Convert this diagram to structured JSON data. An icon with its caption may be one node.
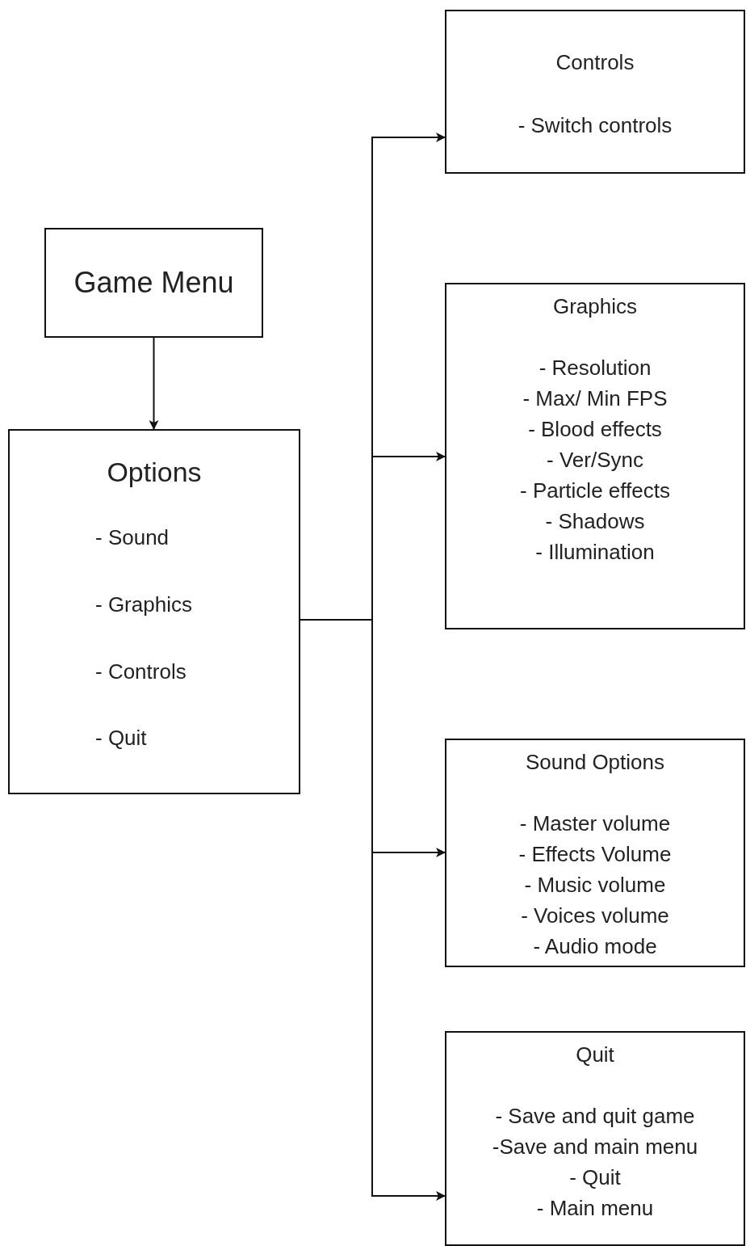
{
  "diagram": {
    "nodes": [
      {
        "text": [
          "Game Menu"
        ]
      },
      {
        "text": [
          "Options",
          "- Sound",
          "- Graphics",
          "- Controls",
          "- Quit"
        ]
      },
      {
        "text": [
          "Controls",
          "- Switch controls"
        ]
      },
      {
        "text": [
          "Graphics",
          "- Resolution",
          "- Max/ Min FPS",
          "- Blood effects",
          "- Ver/Sync",
          "- Particle effects",
          "- Shadows",
          "- Illumination"
        ]
      },
      {
        "text": [
          "Sound Options",
          "- Master volume",
          "- Effects Volume",
          "- Music volume",
          "- Voices volume",
          "- Audio mode"
        ]
      },
      {
        "text": [
          "Quit",
          "- Save and quit game",
          "-Save and main menu",
          "- Quit",
          "- Main menu"
        ]
      }
    ],
    "edges": [
      {
        "from": 0,
        "to": 1,
        "arrow": "to"
      },
      {
        "from": 1,
        "to": 2,
        "arrow": "to"
      },
      {
        "from": 1,
        "to": 3,
        "arrow": "to"
      },
      {
        "from": 1,
        "to": 4,
        "arrow": "to"
      },
      {
        "from": 1,
        "to": 5,
        "arrow": "to"
      }
    ]
  }
}
